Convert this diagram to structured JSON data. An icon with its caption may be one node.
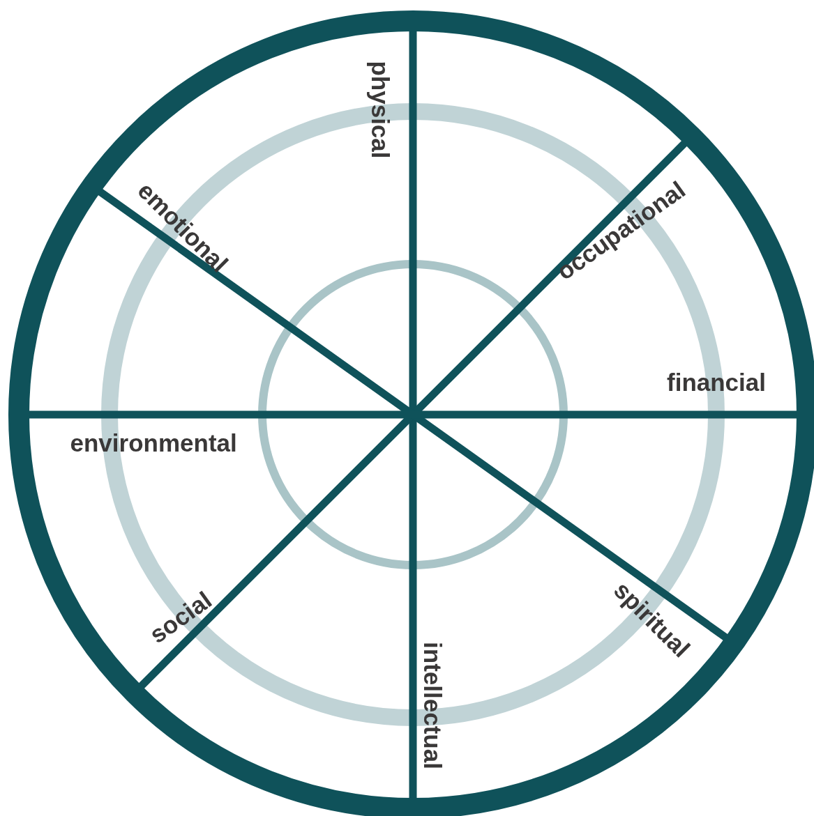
{
  "diagram": {
    "labels": [
      "physical",
      "occupational",
      "emotional",
      "financial",
      "environmental",
      "social",
      "spiritual",
      "intellectual"
    ]
  }
}
